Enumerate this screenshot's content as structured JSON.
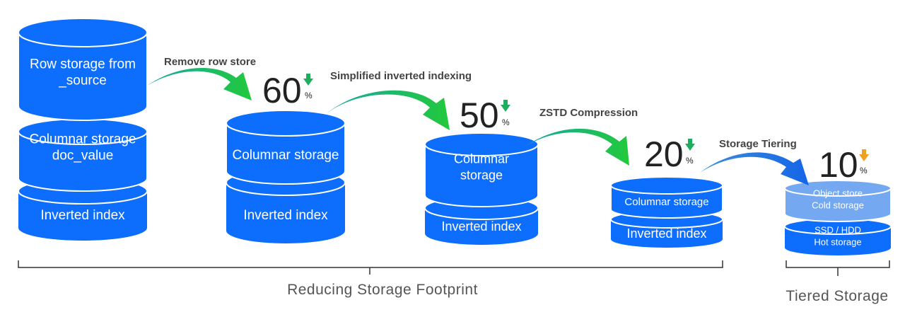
{
  "colors": {
    "cylinder_blue": "#0d6efd",
    "cylinder_light": "#74a9f2",
    "arrow_green": "#1fc43a",
    "arrow_teal": "#1aa7a0",
    "arrow_blue": "#1565e8",
    "down_green": "#1fae5f",
    "down_orange": "#f0a020"
  },
  "stacks": {
    "s1": {
      "row": "Row storage from\n_source",
      "columnar": "Columnar storage\ndoc_value",
      "inverted": "Inverted index"
    },
    "s2": {
      "columnar": "Columnar storage",
      "inverted": "Inverted index"
    },
    "s3": {
      "columnar": "Columnar\nstorage",
      "inverted": "Inverted index"
    },
    "s4": {
      "columnar": "Columnar storage",
      "inverted": "Inverted index"
    },
    "s5": {
      "object": "Object store\nCold storage",
      "ssd": "SSD / HDD\nHot storage"
    }
  },
  "steps": {
    "step1": {
      "label": "Remove row store",
      "value": "60",
      "unit": "%",
      "arrow_icon": "down-arrow-green"
    },
    "step2": {
      "label": "Simplified inverted indexing",
      "value": "50",
      "unit": "%",
      "arrow_icon": "down-arrow-green"
    },
    "step3": {
      "label": "ZSTD Compression",
      "value": "20",
      "unit": "%",
      "arrow_icon": "down-arrow-green"
    },
    "step4": {
      "label": "Storage Tiering",
      "value": "10",
      "unit": "%",
      "arrow_icon": "down-arrow-orange"
    }
  },
  "groups": {
    "reducing": "Reducing Storage Footprint",
    "tiered": "Tiered Storage"
  }
}
